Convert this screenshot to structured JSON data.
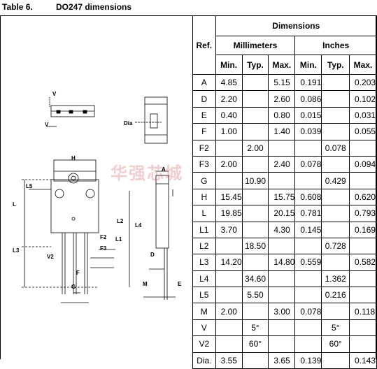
{
  "caption": {
    "number": "Table 6.",
    "title": "DO247 dimensions"
  },
  "drawing_labels": {
    "V": "V",
    "Dia": "Dia",
    "H": "H",
    "A": "A",
    "L5": "L5",
    "L": "L",
    "L2": "L2",
    "L4": "L4",
    "L1": "L1",
    "F2": "F2",
    "F3": "F3",
    "L3": "L3",
    "V2": "V2",
    "D": "D",
    "F": "F",
    "G": "G",
    "M": "M",
    "E": "E"
  },
  "watermark": "华强芯城",
  "table": {
    "ref_header": "Ref.",
    "dimensions_header": "Dimensions",
    "group_mm": "Millimeters",
    "group_in": "Inches",
    "col_min": "Min.",
    "col_typ": "Typ.",
    "col_max": "Max.",
    "rows": [
      {
        "ref": "A",
        "mm_min": "4.85",
        "mm_typ": "",
        "mm_max": "5.15",
        "in_min": "0.191",
        "in_typ": "",
        "in_max": "0.203"
      },
      {
        "ref": "D",
        "mm_min": "2.20",
        "mm_typ": "",
        "mm_max": "2.60",
        "in_min": "0.086",
        "in_typ": "",
        "in_max": "0.102"
      },
      {
        "ref": "E",
        "mm_min": "0.40",
        "mm_typ": "",
        "mm_max": "0.80",
        "in_min": "0.015",
        "in_typ": "",
        "in_max": "0.031"
      },
      {
        "ref": "F",
        "mm_min": "1.00",
        "mm_typ": "",
        "mm_max": "1.40",
        "in_min": "0.039",
        "in_typ": "",
        "in_max": "0.055"
      },
      {
        "ref": "F2",
        "mm_min": "",
        "mm_typ": "2.00",
        "mm_max": "",
        "in_min": "",
        "in_typ": "0.078",
        "in_max": ""
      },
      {
        "ref": "F3",
        "mm_min": "2.00",
        "mm_typ": "",
        "mm_max": "2.40",
        "in_min": "0.078",
        "in_typ": "",
        "in_max": "0.094"
      },
      {
        "ref": "G",
        "mm_min": "",
        "mm_typ": "10.90",
        "mm_max": "",
        "in_min": "",
        "in_typ": "0.429",
        "in_max": ""
      },
      {
        "ref": "H",
        "mm_min": "15.45",
        "mm_typ": "",
        "mm_max": "15.75",
        "in_min": "0.608",
        "in_typ": "",
        "in_max": "0.620"
      },
      {
        "ref": "L",
        "mm_min": "19.85",
        "mm_typ": "",
        "mm_max": "20.15",
        "in_min": "0.781",
        "in_typ": "",
        "in_max": "0.793"
      },
      {
        "ref": "L1",
        "mm_min": "3.70",
        "mm_typ": "",
        "mm_max": "4.30",
        "in_min": "0.145",
        "in_typ": "",
        "in_max": "0.169"
      },
      {
        "ref": "L2",
        "mm_min": "",
        "mm_typ": "18.50",
        "mm_max": "",
        "in_min": "",
        "in_typ": "0.728",
        "in_max": ""
      },
      {
        "ref": "L3",
        "mm_min": "14.20",
        "mm_typ": "",
        "mm_max": "14.80",
        "in_min": "0.559",
        "in_typ": "",
        "in_max": "0.582"
      },
      {
        "ref": "L4",
        "mm_min": "",
        "mm_typ": "34.60",
        "mm_max": "",
        "in_min": "",
        "in_typ": "1.362",
        "in_max": ""
      },
      {
        "ref": "L5",
        "mm_min": "",
        "mm_typ": "5.50",
        "mm_max": "",
        "in_min": "",
        "in_typ": "0.216",
        "in_max": ""
      },
      {
        "ref": "M",
        "mm_min": "2.00",
        "mm_typ": "",
        "mm_max": "3.00",
        "in_min": "0.078",
        "in_typ": "",
        "in_max": "0.118"
      },
      {
        "ref": "V",
        "mm_min": "",
        "mm_typ": "5°",
        "mm_max": "",
        "in_min": "",
        "in_typ": "5°",
        "in_max": ""
      },
      {
        "ref": "V2",
        "mm_min": "",
        "mm_typ": "60°",
        "mm_max": "",
        "in_min": "",
        "in_typ": "60°",
        "in_max": ""
      },
      {
        "ref": "Dia.",
        "mm_min": "3.55",
        "mm_typ": "",
        "mm_max": "3.65",
        "in_min": "0.139",
        "in_typ": "",
        "in_max": "0.143"
      }
    ]
  }
}
